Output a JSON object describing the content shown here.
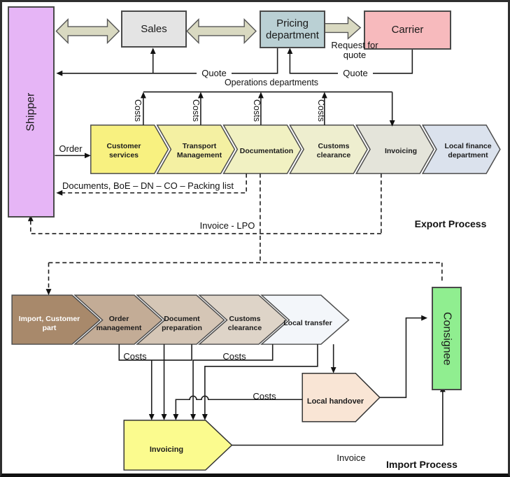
{
  "colors": {
    "shipper": "#e6b5f6",
    "sales": "#e4e4e4",
    "pricing": "#bad0d4",
    "carrier": "#f7babd",
    "consignee": "#90ee90",
    "connector_arrow": "#d9d9c1",
    "export_steps": [
      "#f8f180",
      "#f4f0a2",
      "#f1f1c2",
      "#eeeecf",
      "#e4e4da",
      "#dbe2ed"
    ],
    "import_steps": [
      "#a8896b",
      "#c3ac96",
      "#d5c6b6",
      "#ded4c8",
      "#f3f6fa"
    ],
    "local_handover": "#f9e5d5",
    "import_invoicing": "#fbfb8e"
  },
  "boxes": {
    "shipper": "Shipper",
    "sales": "Sales",
    "pricing_department": "Pricing department",
    "carrier": "Carrier",
    "consignee": "Consignee"
  },
  "export_process": {
    "section_label": "Export Process",
    "steps": [
      "Customer services",
      "Transport Management",
      "Documentation",
      "Customs clearance",
      "Invoicing",
      "Local finance department"
    ],
    "operations_label": "Operations departments",
    "costs_1": "Costs",
    "costs_2": "Costs",
    "costs_3": "Costs",
    "costs_4": "Costs",
    "order_label": "Order",
    "quote_left": "Quote",
    "quote_right": "Quote",
    "request_for_quote": "Request for quote",
    "documents_label": "Documents, BoE – DN – CO – Packing list",
    "invoice_lpo_label": "Invoice - LPO"
  },
  "import_process": {
    "section_label": "Import Process",
    "steps": [
      "Import, Customer part",
      "Order management",
      "Document preparation",
      "Customs clearance",
      "Local transfer"
    ],
    "local_handover": "Local handover",
    "invoicing": "Invoicing",
    "costs_1": "Costs",
    "costs_2": "Costs",
    "costs_3": "Costs",
    "invoice_label": "Invoice"
  }
}
